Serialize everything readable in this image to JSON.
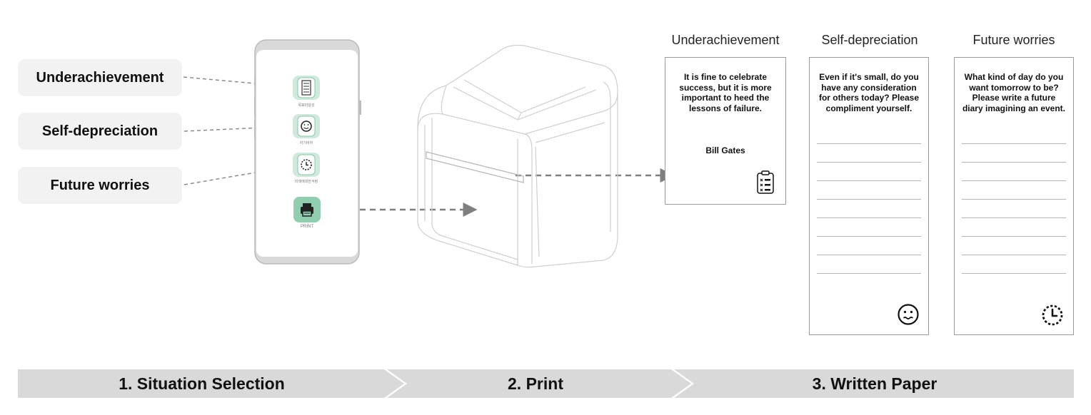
{
  "situations": [
    {
      "label": "Underachievement"
    },
    {
      "label": "Self-depreciation"
    },
    {
      "label": "Future worries"
    }
  ],
  "phone": {
    "app_labels": [
      "목표미달성",
      "자기비하",
      "미래에대한걱정"
    ],
    "print_label": "PRINT"
  },
  "papers": [
    {
      "title": "Underachievement",
      "text": "It is fine to celebrate success, but it is more important to heed the lessons of failure.",
      "author": "Bill Gates",
      "icon": "clipboard-checklist-icon"
    },
    {
      "title": "Self-depreciation",
      "text": "Even if it's small, do you have any consideration for others today? Please compliment yourself.",
      "icon": "worried-face-icon"
    },
    {
      "title": "Future worries",
      "text": "What kind of day do you want tomorrow to be? Please write a future diary imagining an event.",
      "icon": "dotted-clock-icon"
    }
  ],
  "steps": [
    {
      "label": "1. Situation Selection"
    },
    {
      "label": "2. Print"
    },
    {
      "label": "3. Written Paper"
    }
  ],
  "colors": {
    "pill_bg": "#f2f2f2",
    "step_bar": "#d9d9d9",
    "app_icon_bg": "#cfe9dc",
    "print_icon_bg": "#8fcfaf",
    "arrow": "#7f7f7f"
  }
}
